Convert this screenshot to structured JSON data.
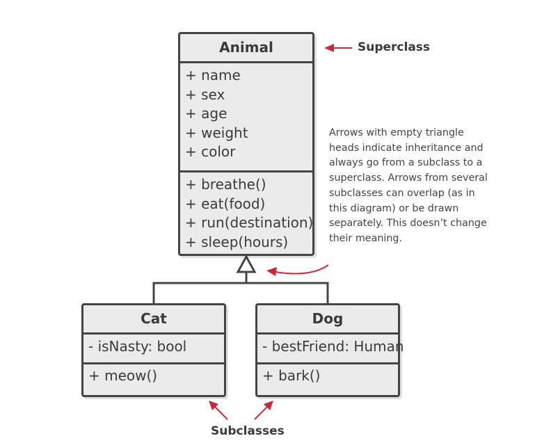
{
  "superclass": {
    "name": "Animal",
    "attributes": [
      "+ name",
      "+ sex",
      "+ age",
      "+ weight",
      "+ color"
    ],
    "operations": [
      "+ breathe()",
      "+ eat(food)",
      "+ run(destination)",
      "+ sleep(hours)"
    ]
  },
  "subclasses": [
    {
      "name": "Cat",
      "attributes": [
        "- isNasty: bool"
      ],
      "operations": [
        "+ meow()"
      ]
    },
    {
      "name": "Dog",
      "attributes": [
        "- bestFriend: Human"
      ],
      "operations": [
        "+ bark()"
      ]
    }
  ],
  "labels": {
    "superclass": "Superclass",
    "subclasses": "Subclasses"
  },
  "note": "Arrows with empty triangle heads indicate inheritance and always go from a subclass to a superclass. Arrows from several subclasses can overlap (as in this diagram) or be drawn separately. This doesn’t change their meaning.",
  "colors": {
    "box_fill": "#ebebeb",
    "box_border": "#444444",
    "annotation_arrow": "#c8283c"
  }
}
